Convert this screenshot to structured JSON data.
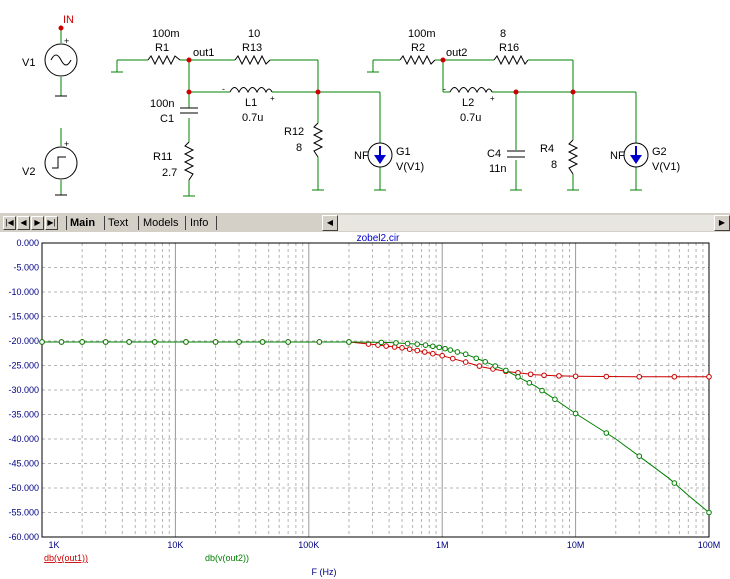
{
  "schematic": {
    "ground1": "IN",
    "v1": "V1",
    "v2": "V2",
    "r1": {
      "name": "R1",
      "value": "100m"
    },
    "net_out1": "out1",
    "r13": {
      "name": "R13",
      "value": "10"
    },
    "c1": {
      "name": "C1",
      "value": "100n"
    },
    "l1": {
      "name": "L1",
      "value": "0.7u"
    },
    "r11": {
      "name": "R11",
      "value": "2.7"
    },
    "r12": {
      "name": "R12",
      "value": "8"
    },
    "g1": {
      "name": "G1",
      "expr": "V(V1)",
      "flag": "NF"
    },
    "r2": {
      "name": "R2",
      "value": "100m"
    },
    "net_out2": "out2",
    "r16": {
      "name": "R16",
      "value": "8"
    },
    "l2": {
      "name": "L2",
      "value": "0.7u"
    },
    "c4": {
      "name": "C4",
      "value": "11n"
    },
    "r4": {
      "name": "R4",
      "value": "8"
    },
    "g2": {
      "name": "G2",
      "expr": "V(V1)",
      "flag": "NF"
    }
  },
  "tabs": [
    "Main",
    "Text",
    "Models",
    "Info"
  ],
  "active_tab": "Main",
  "chart_filename": "zobel2.cir",
  "chart_data": {
    "type": "line",
    "x_scale": "log",
    "xlim": [
      1000,
      100000000
    ],
    "ylim": [
      -60,
      0
    ],
    "xlabel": "F (Hz)",
    "xticks": [
      "1K",
      "10K",
      "100K",
      "1M",
      "10M",
      "100M"
    ],
    "yticks": [
      "0.000",
      "-5.000",
      "-10.000",
      "-15.000",
      "-20.000",
      "-25.000",
      "-30.000",
      "-35.000",
      "-40.000",
      "-45.000",
      "-50.000",
      "-55.000",
      "-60.000"
    ],
    "grid": true,
    "series": [
      {
        "name": "db(v(out1))",
        "color": "#cc0000",
        "x": [
          1000,
          10000,
          100000,
          200000,
          300000,
          500000,
          700000,
          1000000,
          1500000,
          2000000,
          3000000,
          5000000,
          7000000,
          10000000,
          30000000,
          100000000
        ],
        "y": [
          -20.2,
          -20.2,
          -20.2,
          -20.2,
          -20.7,
          -21.4,
          -22.1,
          -23.0,
          -24.3,
          -25.3,
          -26.2,
          -26.9,
          -27.1,
          -27.2,
          -27.3,
          -27.3
        ]
      },
      {
        "name": "db(v(out2))",
        "color": "#008000",
        "x": [
          1000,
          10000,
          100000,
          200000,
          400000,
          700000,
          1000000,
          1500000,
          2000000,
          3000000,
          5000000,
          7000000,
          10000000,
          20000000,
          30000000,
          50000000,
          70000000,
          100000000
        ],
        "y": [
          -20.2,
          -20.2,
          -20.2,
          -20.2,
          -20.3,
          -20.7,
          -21.4,
          -22.7,
          -24.0,
          -26.0,
          -29.2,
          -31.9,
          -34.8,
          -40.0,
          -43.5,
          -48.0,
          -51.5,
          -55.0
        ]
      }
    ]
  }
}
